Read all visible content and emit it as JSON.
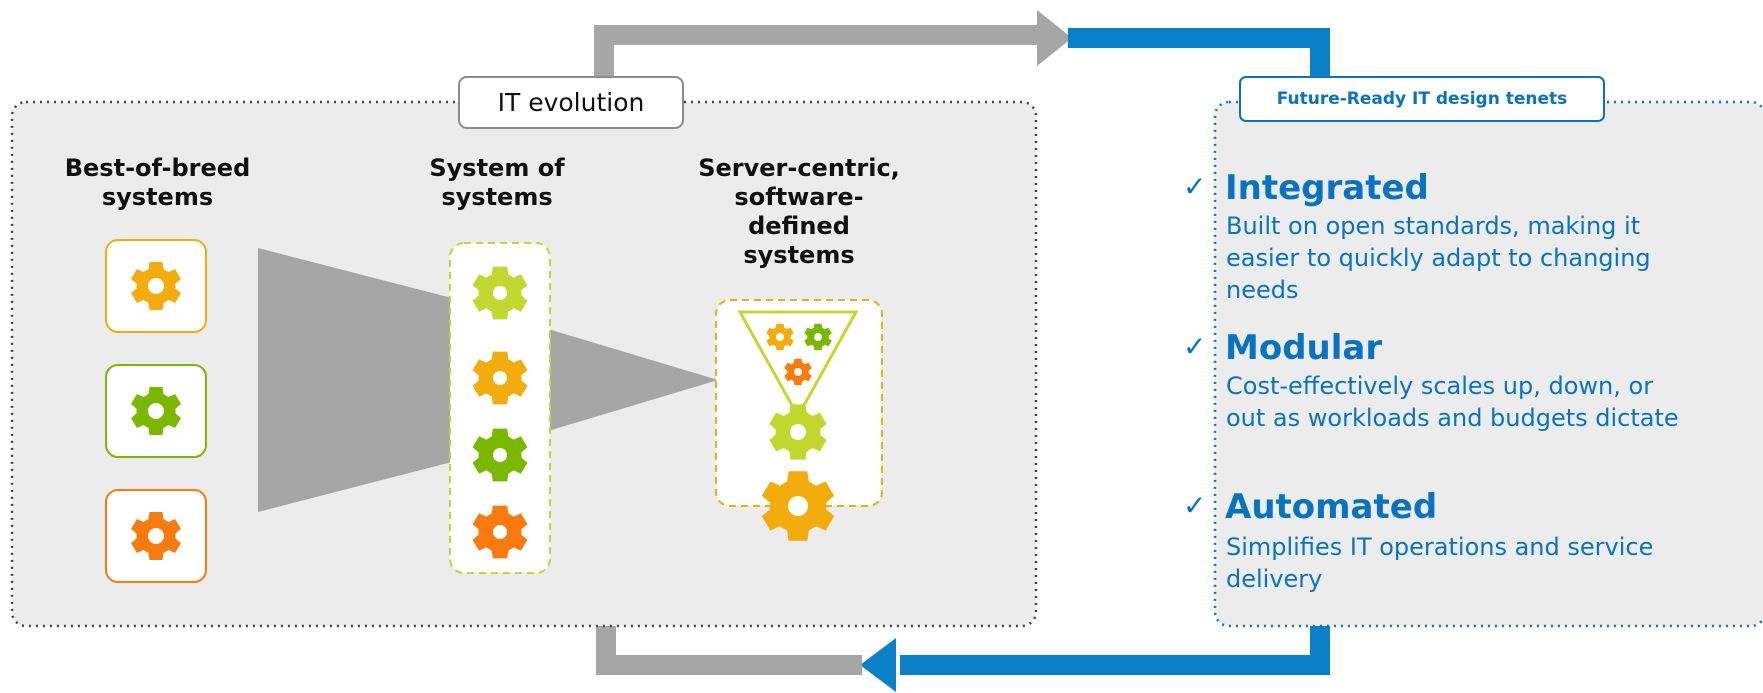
{
  "diagram": {
    "evolution_label": "IT evolution",
    "columns": [
      {
        "title": "Best-of-breed\nsystems"
      },
      {
        "title": "System of\nsystems"
      },
      {
        "title": "Server-centric,\nsoftware-\ndefined\nsystems"
      }
    ],
    "tenets_label": "Future-Ready IT design tenets",
    "check_glyph": "✓",
    "tenets": [
      {
        "title": "Integrated",
        "description": "Built on open standards, making it easier to quickly adapt to changing needs"
      },
      {
        "title": "Modular",
        "description": "Cost-effectively scales up, down, or out as workloads and budgets dictate"
      },
      {
        "title": "Automated",
        "description": "Simplifies IT operations and service delivery"
      }
    ]
  },
  "colors": {
    "gear_yellow": "#f2ac0e",
    "gear_green": "#7ab800",
    "gear_orange": "#f97b0f",
    "gear_lime": "#c2d830",
    "arrow_gray": "#a6a6a6",
    "arrow_blue": "#0a80c8",
    "accent_blue": "#0a73c0",
    "panel_gray": "#ececec"
  },
  "icons": [
    "gear-icon",
    "funnel-icon",
    "checkmark-icon",
    "cycle-arrow-icon"
  ]
}
